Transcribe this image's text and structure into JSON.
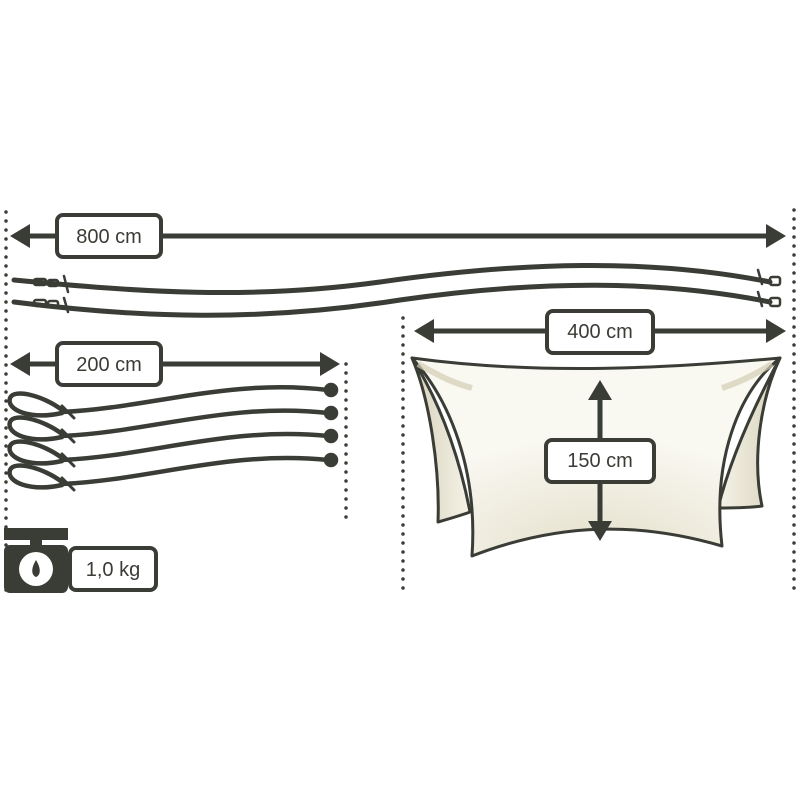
{
  "labels": {
    "total_length": "800 cm",
    "rope_length": "200 cm",
    "tarp_width": "400 cm",
    "tarp_height": "150 cm",
    "weight": "1,0 kg"
  },
  "icons": [
    "weight-scale-icon"
  ],
  "colors": {
    "ink": "#3a3c36",
    "tarp_fill": "#f5f3e8",
    "tarp_shade": "#ddd8c4"
  }
}
